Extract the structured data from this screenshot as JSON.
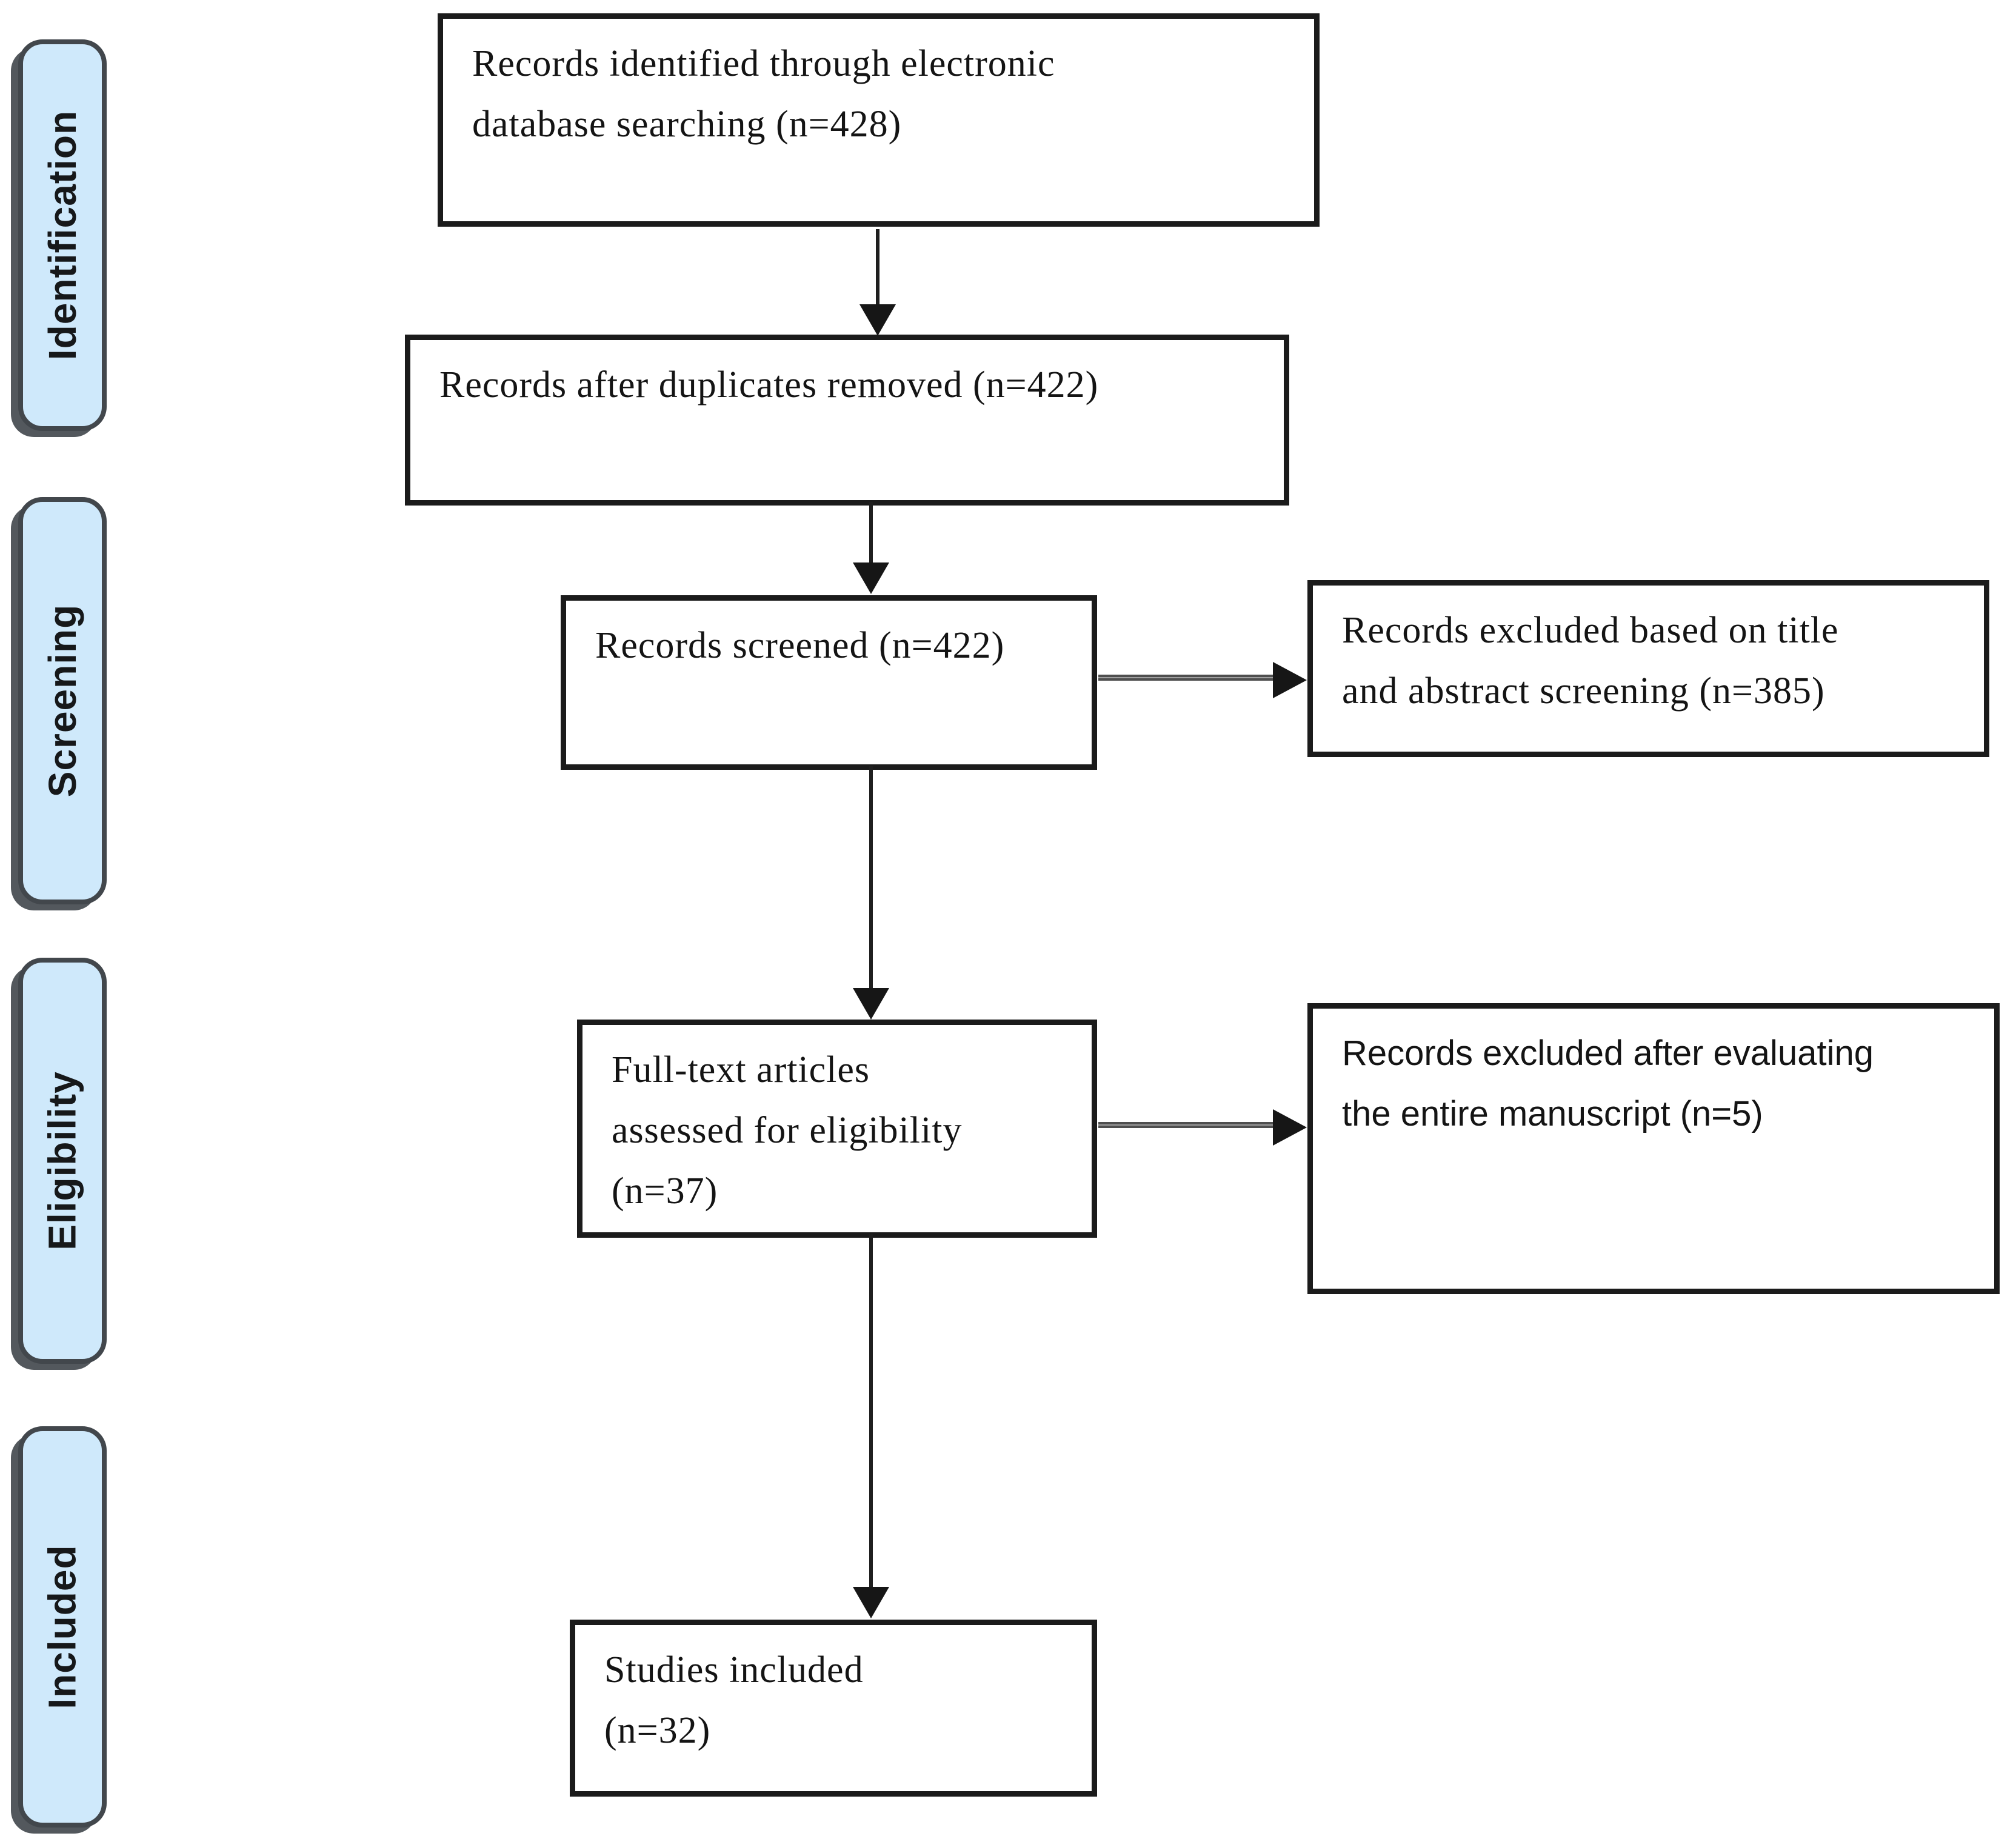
{
  "figure": {
    "type": "prisma-flow-diagram",
    "stages": [
      {
        "label": "Identification"
      },
      {
        "label": "Screening"
      },
      {
        "label": "Eligibility"
      },
      {
        "label": "Included"
      }
    ],
    "boxes": {
      "identified": {
        "lines": [
          "Records identified through electronic",
          "database searching (n=428)"
        ]
      },
      "deduplicated": {
        "lines": [
          "Records after duplicates removed (n=422)"
        ]
      },
      "screened": {
        "lines": [
          "Records screened (n=422)"
        ]
      },
      "excluded_title_abstract": {
        "lines": [
          "Records excluded based on title",
          "and abstract screening (n=385)"
        ]
      },
      "full_text": {
        "lines": [
          "Full-text articles",
          "assessed for eligibility",
          "(n=37)"
        ]
      },
      "excluded_full_text": {
        "lines": [
          "Records excluded after evaluating",
          "the entire manuscript (n=5)"
        ]
      },
      "included": {
        "lines": [
          "Studies included",
          "(n=32)"
        ]
      }
    },
    "counts": {
      "identified": 428,
      "after_duplicates": 422,
      "screened": 422,
      "excluded_title_abstract": 385,
      "full_text_assessed": 37,
      "excluded_full_text": 5,
      "included": 32
    },
    "colors": {
      "stage_fill": "#cfe9fb",
      "stage_border": "#42474c",
      "stage_shadow": "#53585d",
      "box_border": "#1b1b1b",
      "box_fill": "#ffffff",
      "arrow_black": "#161616",
      "arrow_gray_body": "#a0a0a0",
      "arrow_gray_edge": "#4f4f4f",
      "text": "#141414",
      "background": "#ffffff"
    }
  }
}
